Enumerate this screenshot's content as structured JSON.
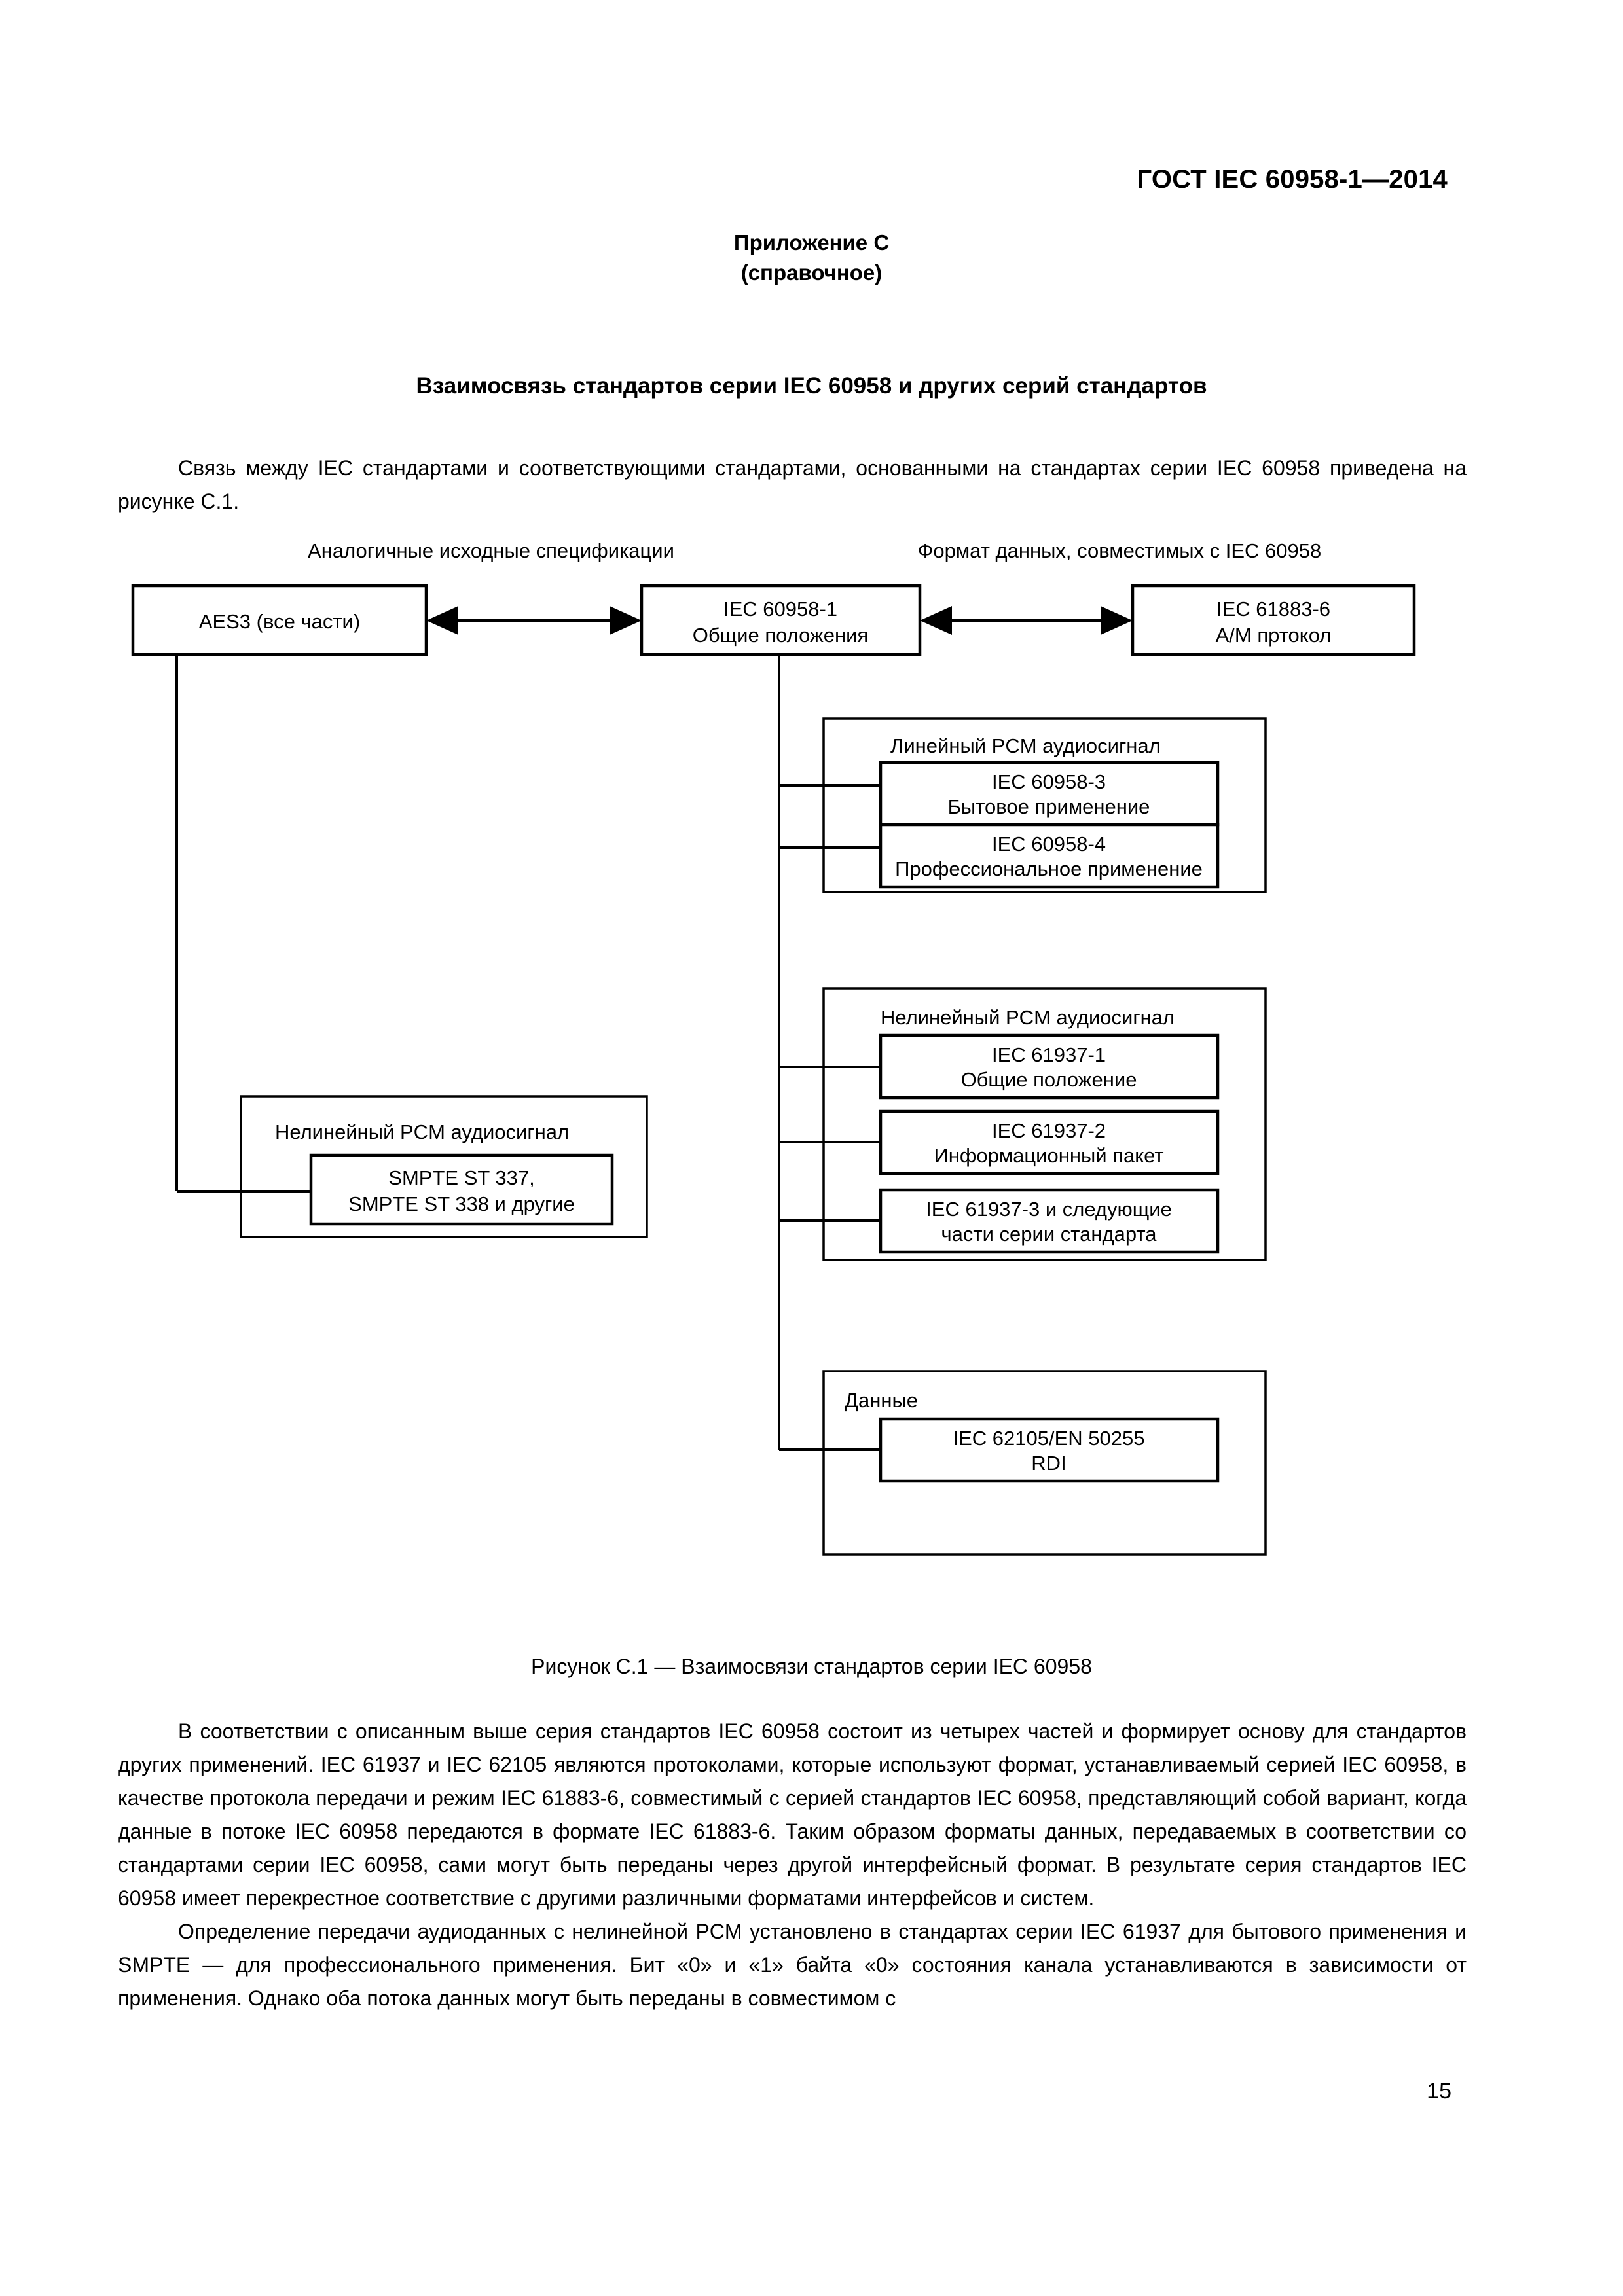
{
  "header": {
    "doc_id": "ГОСТ IEC 60958-1—2014"
  },
  "annex": {
    "title": "Приложение С",
    "subtitle": "(справочное)"
  },
  "section": {
    "title": "Взаимосвязь стандартов серии IEC 60958 и других серий стандартов"
  },
  "intro": {
    "text": "Связь между IEC стандартами и соответствующими стандартами, основанными на стандартах серии IEC 60958 приведена на рисунке С.1."
  },
  "figure": {
    "caption": "Рисунок  С.1 — Взаимосвязи стандартов серии IEC 60958",
    "top_labels": {
      "left": "Аналогичные исходные спецификации",
      "right": "Формат данных, совместимых с IEC 60958"
    },
    "boxes": {
      "aes3": "AES3 (все части)",
      "iec60958_1_line1": "IEC 60958-1",
      "iec60958_1_line2": "Общие положения",
      "iec61883_6_line1": "IEC 61883-6",
      "iec61883_6_line2": "A/M пртокол",
      "smpte_line1": "SMPTE ST 337,",
      "smpte_line2": "SMPTE ST 338 и другие",
      "iec60958_3_line1": "IEC 60958-3",
      "iec60958_3_line2": "Бытовое применение",
      "iec60958_4_line1": "IEC 60958-4",
      "iec60958_4_line2": "Профессиональное применение",
      "iec61937_1_line1": "IEC 61937-1",
      "iec61937_1_line2": "Общие положение",
      "iec61937_2_line1": "IEC 61937-2",
      "iec61937_2_line2": "Информационный пакет",
      "iec61937_3_line1": "IEC 61937-3 и следующие",
      "iec61937_3_line2": "части серии стандарта",
      "iec62105_line1": "IEC 62105/EN 50255",
      "iec62105_line2": "RDI"
    },
    "groups": {
      "nonlinear_left": "Нелинейный PCM аудиосигнал",
      "linear_pcm": "Линейный PCM аудиосигнал",
      "nonlinear_pcm": "Нелинейный PCM аудиосигнал",
      "data": "Данные"
    }
  },
  "body": {
    "paragraph_1": "В соответствии с описанным выше серия стандартов IEC 60958 состоит из четырех частей и формирует основу для стандартов других применений. IEC 61937 и IEC 62105 являются протоколами, которые используют формат, устанавливаемый серией IEC 60958, в качестве протокола передачи и режим IEC 61883-6, совместимый с серией стандартов IEC 60958, представляющий собой вариант, когда данные в потоке IEC 60958 передаются в формате IEC 61883-6. Таким образом форматы данных, передаваемых в соответствии со стандартами серии IEC 60958, сами могут быть переданы через другой интерфейсный формат. В результате серия стандартов IEC 60958 имеет перекрестное соответствие с другими различными форматами интерфейсов и систем.",
    "paragraph_2": "Определение передачи аудиоданных с нелинейной PCM установлено в стандартах серии IEC 61937 для бытового применения и SMPTE — для профессионального применения. Бит «0» и «1» байта «0» состояния канала устанавливаются в зависимости от применения. Однако оба потока данных могут быть переданы в совместимом с"
  },
  "footer": {
    "page_number": "15"
  }
}
